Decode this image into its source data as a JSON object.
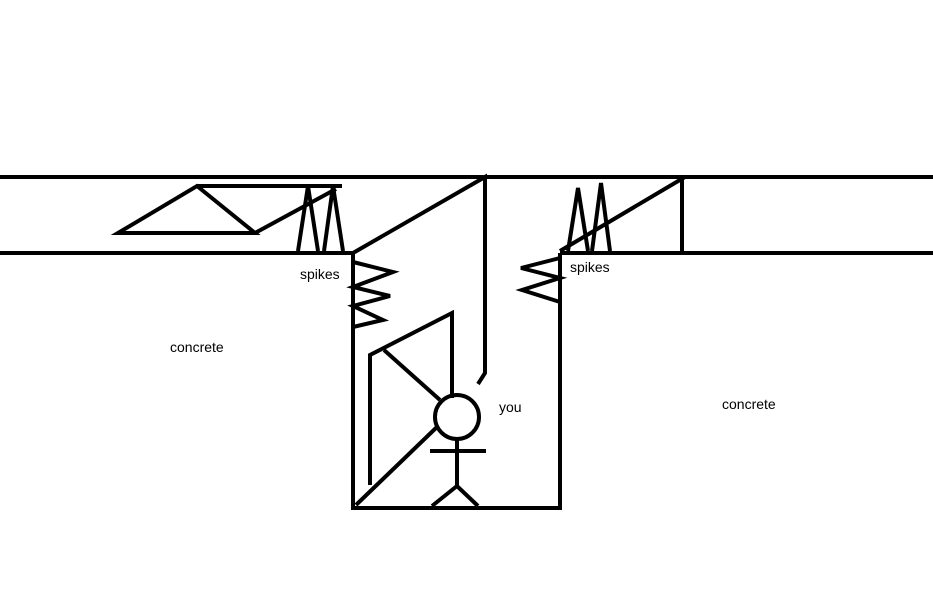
{
  "labels": {
    "spikes_left": "spikes",
    "spikes_right": "spikes",
    "concrete_left": "concrete",
    "concrete_right": "concrete",
    "you": "you"
  },
  "colors": {
    "ink": "#000000",
    "background": "#ffffff"
  }
}
